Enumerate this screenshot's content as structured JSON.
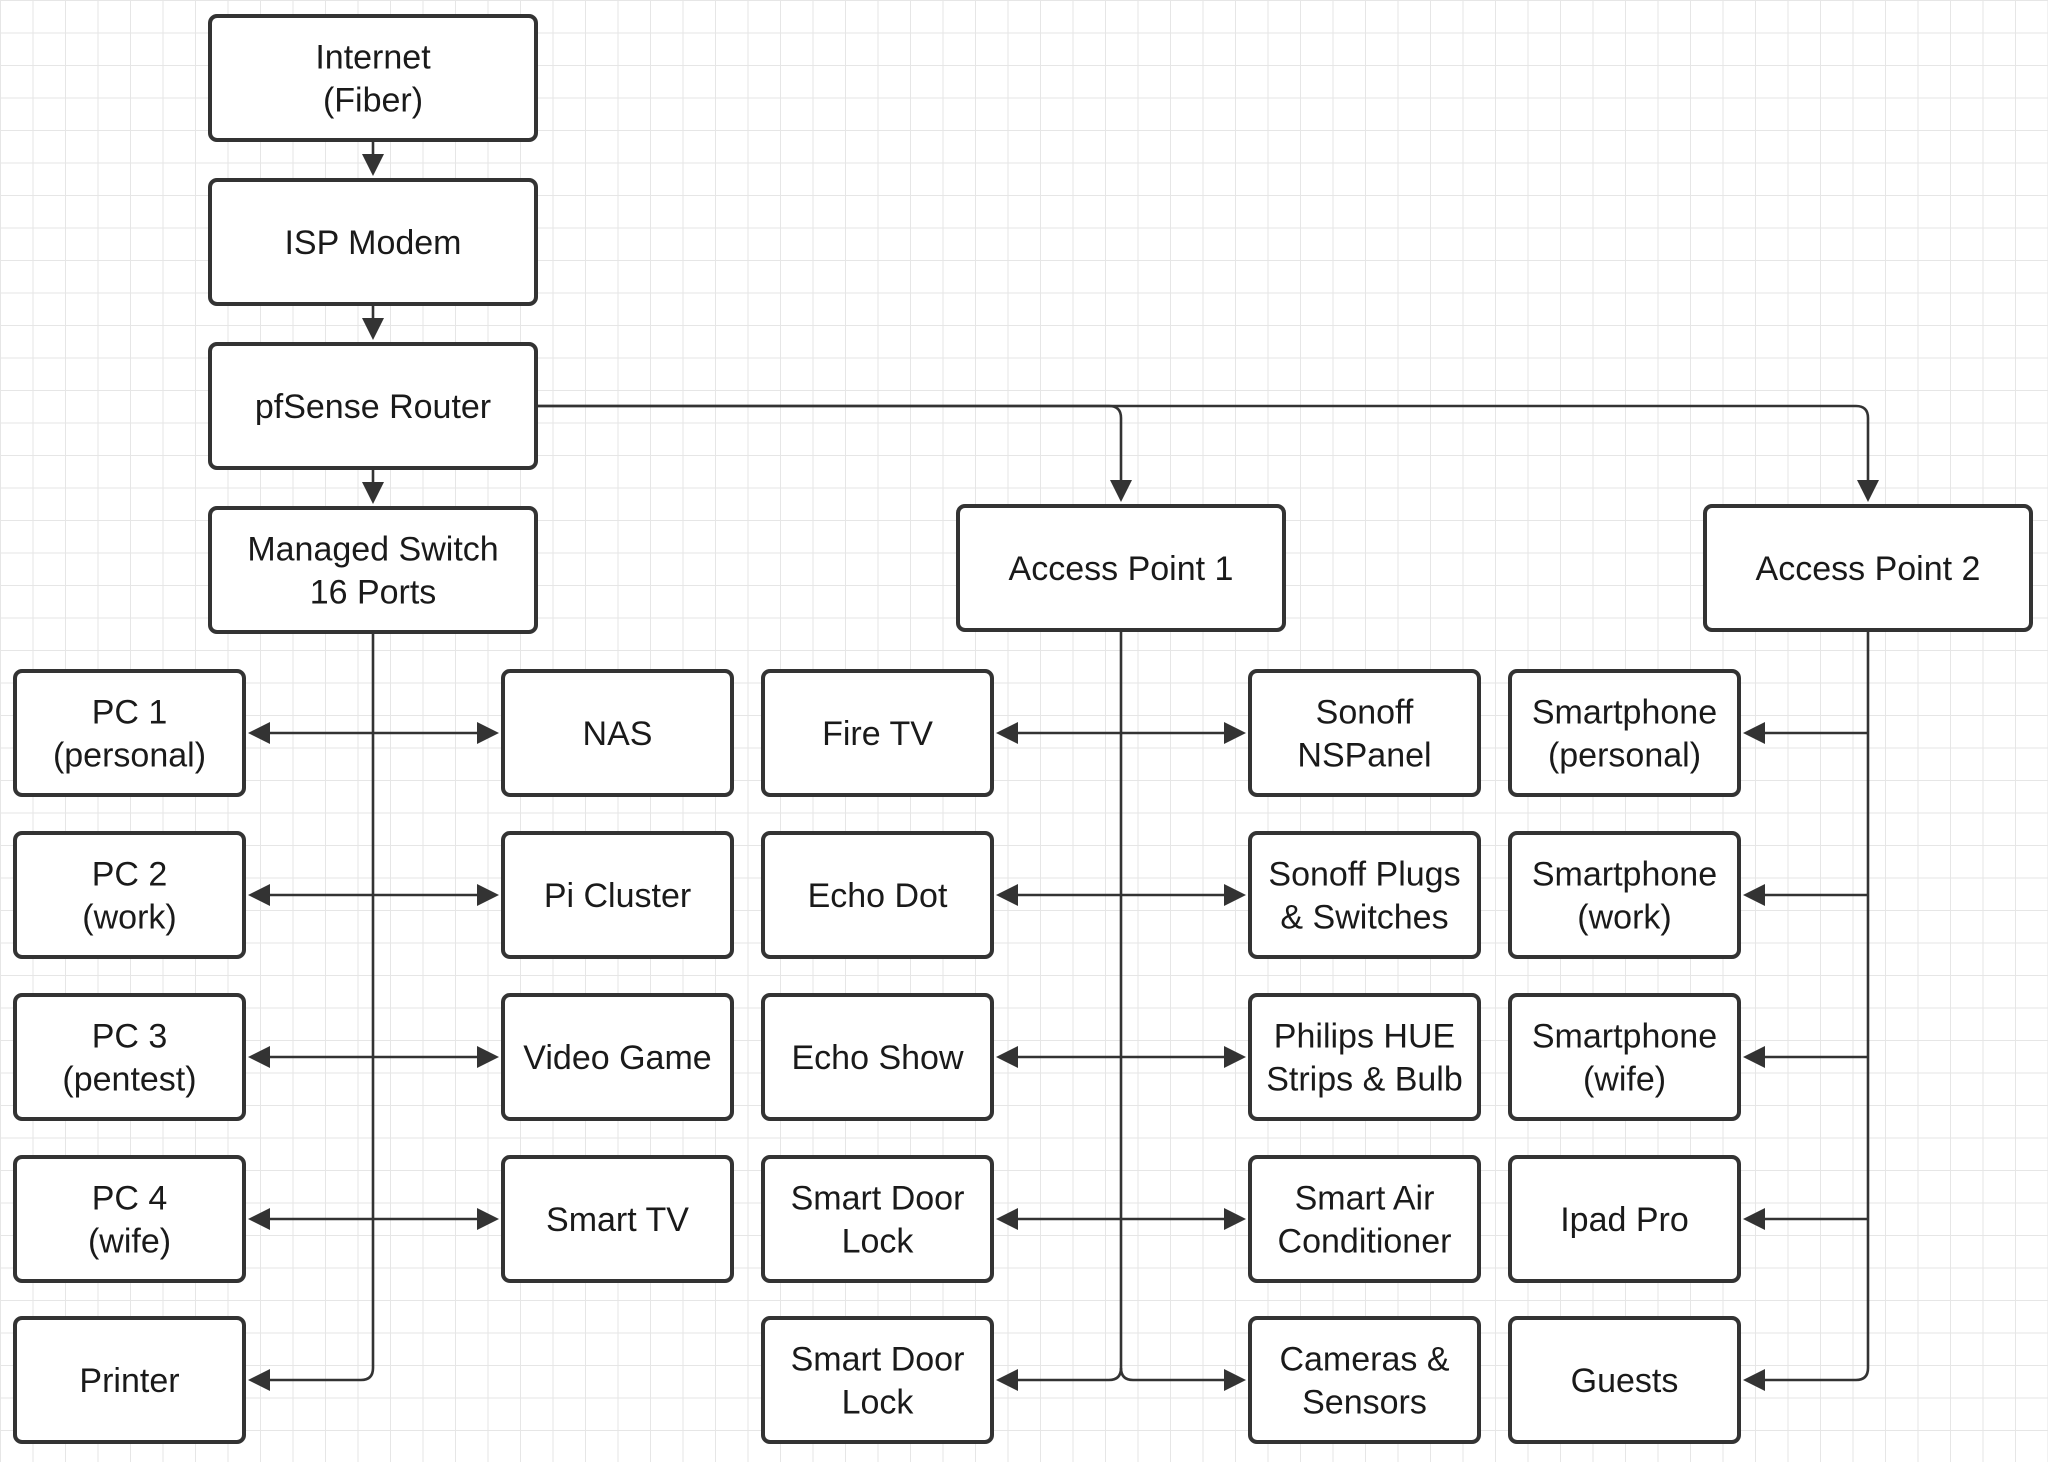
{
  "nodes": {
    "internet": {
      "lines": [
        "Internet",
        "(Fiber)"
      ]
    },
    "isp_modem": {
      "lines": [
        "ISP Modem"
      ]
    },
    "router": {
      "lines": [
        "pfSense Router"
      ]
    },
    "managed_switch": {
      "lines": [
        "Managed Switch",
        "16 Ports"
      ]
    },
    "access_point_1": {
      "lines": [
        "Access Point 1"
      ]
    },
    "access_point_2": {
      "lines": [
        "Access Point 2"
      ]
    },
    "pc1": {
      "lines": [
        "PC 1",
        "(personal)"
      ]
    },
    "pc2": {
      "lines": [
        "PC 2",
        "(work)"
      ]
    },
    "pc3": {
      "lines": [
        "PC 3",
        "(pentest)"
      ]
    },
    "pc4": {
      "lines": [
        "PC 4",
        "(wife)"
      ]
    },
    "printer": {
      "lines": [
        "Printer"
      ]
    },
    "nas": {
      "lines": [
        "NAS"
      ]
    },
    "pi_cluster": {
      "lines": [
        "Pi Cluster"
      ]
    },
    "video_game": {
      "lines": [
        "Video Game"
      ]
    },
    "smart_tv": {
      "lines": [
        "Smart TV"
      ]
    },
    "fire_tv": {
      "lines": [
        "Fire TV"
      ]
    },
    "echo_dot": {
      "lines": [
        "Echo Dot"
      ]
    },
    "echo_show": {
      "lines": [
        "Echo Show"
      ]
    },
    "smart_door_lock_1": {
      "lines": [
        "Smart Door",
        "Lock"
      ]
    },
    "smart_door_lock_2": {
      "lines": [
        "Smart Door",
        "Lock"
      ]
    },
    "sonoff_nspanel": {
      "lines": [
        "Sonoff",
        "NSPanel"
      ]
    },
    "sonoff_plugs": {
      "lines": [
        "Sonoff Plugs",
        "& Switches"
      ]
    },
    "philips_hue": {
      "lines": [
        "Philips HUE",
        "Strips & Bulb"
      ]
    },
    "smart_ac": {
      "lines": [
        "Smart Air",
        "Conditioner"
      ]
    },
    "cameras": {
      "lines": [
        "Cameras &",
        "Sensors"
      ]
    },
    "phone_personal": {
      "lines": [
        "Smartphone",
        "(personal)"
      ]
    },
    "phone_work": {
      "lines": [
        "Smartphone",
        "(work)"
      ]
    },
    "phone_wife": {
      "lines": [
        "Smartphone",
        "(wife)"
      ]
    },
    "ipad": {
      "lines": [
        "Ipad Pro"
      ]
    },
    "guests": {
      "lines": [
        "Guests"
      ]
    }
  },
  "connections": [
    {
      "from": "internet",
      "to": "isp_modem"
    },
    {
      "from": "isp_modem",
      "to": "router"
    },
    {
      "from": "router",
      "to": "managed_switch"
    },
    {
      "from": "router",
      "to": "access_point_1"
    },
    {
      "from": "router",
      "to": "access_point_2"
    },
    {
      "from": "managed_switch",
      "to": "pc1"
    },
    {
      "from": "managed_switch",
      "to": "pc2"
    },
    {
      "from": "managed_switch",
      "to": "pc3"
    },
    {
      "from": "managed_switch",
      "to": "pc4"
    },
    {
      "from": "managed_switch",
      "to": "printer"
    },
    {
      "from": "managed_switch",
      "to": "nas"
    },
    {
      "from": "managed_switch",
      "to": "pi_cluster"
    },
    {
      "from": "managed_switch",
      "to": "video_game"
    },
    {
      "from": "managed_switch",
      "to": "smart_tv"
    },
    {
      "from": "access_point_1",
      "to": "fire_tv"
    },
    {
      "from": "access_point_1",
      "to": "echo_dot"
    },
    {
      "from": "access_point_1",
      "to": "echo_show"
    },
    {
      "from": "access_point_1",
      "to": "smart_door_lock_1"
    },
    {
      "from": "access_point_1",
      "to": "smart_door_lock_2"
    },
    {
      "from": "access_point_1",
      "to": "sonoff_nspanel"
    },
    {
      "from": "access_point_1",
      "to": "sonoff_plugs"
    },
    {
      "from": "access_point_1",
      "to": "philips_hue"
    },
    {
      "from": "access_point_1",
      "to": "smart_ac"
    },
    {
      "from": "access_point_1",
      "to": "cameras"
    },
    {
      "from": "access_point_2",
      "to": "phone_personal"
    },
    {
      "from": "access_point_2",
      "to": "phone_work"
    },
    {
      "from": "access_point_2",
      "to": "phone_wife"
    },
    {
      "from": "access_point_2",
      "to": "ipad"
    },
    {
      "from": "access_point_2",
      "to": "guests"
    }
  ]
}
